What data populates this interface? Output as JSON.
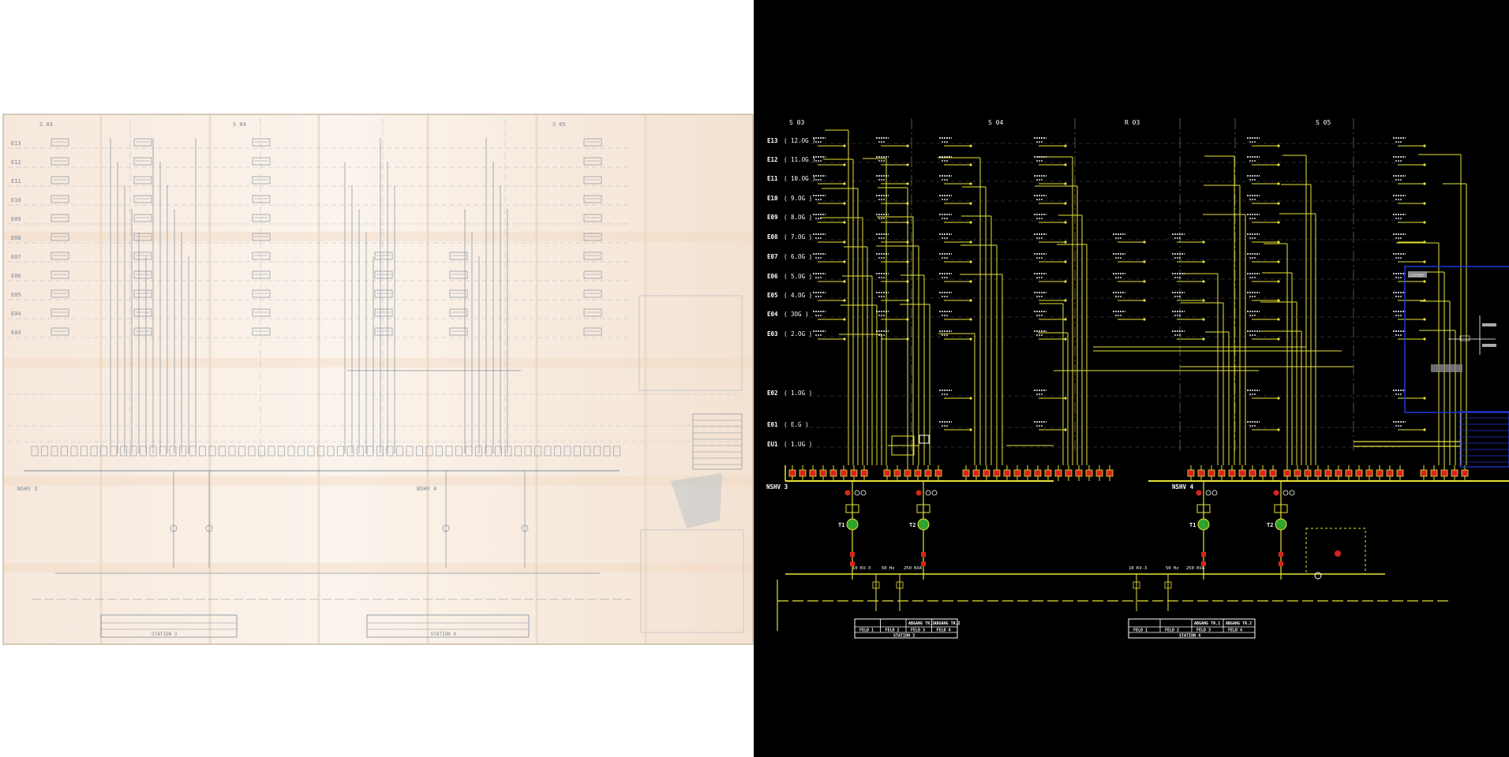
{
  "colors": {
    "paper": "#f7f0e8",
    "paper_stain": "#f1d3bb",
    "paper_line": "#8b97a5",
    "cad_background": "#000000",
    "cad_line": "#e6e23a",
    "cad_text": "#ffffff",
    "cad_grid": "#555555",
    "breaker_red": "#d8241c",
    "transformer_green": "#2fa52c",
    "legend_blue": "#2038d8"
  },
  "left_scan": {
    "sections": [
      "S 03",
      "S 04",
      "S 05"
    ],
    "floors": [
      "E13",
      "E12",
      "E11",
      "E10",
      "E09",
      "E08",
      "E07",
      "E06",
      "E05",
      "E04",
      "E03"
    ],
    "busbars": [
      "NSHV 3",
      "NSHV 4"
    ],
    "stations": [
      "STATION 3",
      "STATION 4"
    ]
  },
  "cad": {
    "sections": [
      "S 03",
      "S 04",
      "R 03",
      "S 05"
    ],
    "floors": [
      {
        "id": "E13",
        "level": "12.OG"
      },
      {
        "id": "E12",
        "level": "11.OG"
      },
      {
        "id": "E11",
        "level": "10.OG"
      },
      {
        "id": "E10",
        "level": "9.OG"
      },
      {
        "id": "E09",
        "level": "8.OG"
      },
      {
        "id": "E08",
        "level": "7.OG"
      },
      {
        "id": "E07",
        "level": "6.OG"
      },
      {
        "id": "E06",
        "level": "5.OG"
      },
      {
        "id": "E05",
        "level": "4.OG"
      },
      {
        "id": "E04",
        "level": "3OG"
      },
      {
        "id": "E03",
        "level": "2.OG"
      },
      {
        "id": "E02",
        "level": "1.OG"
      },
      {
        "id": "E01",
        "level": "E.G"
      },
      {
        "id": "EU1",
        "level": "1.UG"
      }
    ],
    "busbars": [
      "NSHV 3",
      "NSHV 4"
    ],
    "transformers": [
      "T1",
      "T2",
      "T1",
      "T2"
    ],
    "feed_labels": [
      "10 KV-3",
      "50 Hz",
      "250 KVA",
      "10 KV-3",
      "50 Hz",
      "250 KVA"
    ],
    "station_tables": [
      {
        "header": [
          "",
          "",
          "ABGANG TR.1",
          "ABGANG TR.2"
        ],
        "fields": [
          "FELD 1",
          "FELD 2",
          "FELD 3",
          "FELD 4"
        ],
        "station": "STATION 3"
      },
      {
        "header": [
          "",
          "",
          "ABGANG TR.1",
          "ABGANG TR.2"
        ],
        "fields": [
          "FELD 1",
          "FELD 2",
          "FELD 3",
          "FELD 4"
        ],
        "station": "STATION 4"
      }
    ],
    "legend_title": "LEGENDE"
  }
}
